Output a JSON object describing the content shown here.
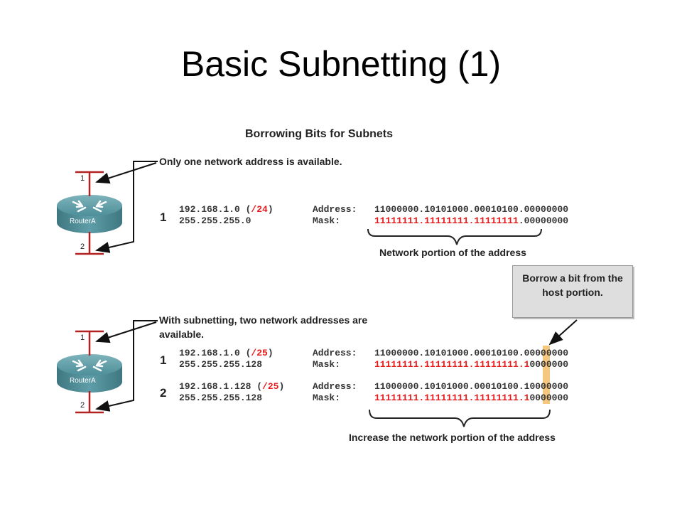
{
  "slide": {
    "title": "Basic Subnetting (1)"
  },
  "figure": {
    "title": "Borrowing Bits for Subnets",
    "top": {
      "note": "Only one network address is available.",
      "router_label": "RouterA",
      "port_top": "1",
      "port_bottom": "2",
      "row_number": "1",
      "ip_prefix": "192.168.1.0 (",
      "cidr": "/24",
      "ip_suffix": ")",
      "mask_dotted": "255.255.255.0",
      "address_label": "Address:",
      "mask_label": "Mask:",
      "address_bits": "11000000.10101000.00010100.00000000",
      "mask_network_bits": "11111111.11111111.11111111",
      "mask_host_bits": ".00000000",
      "brace_caption": "Network portion of the address"
    },
    "callout": {
      "text_line1": "Borrow a bit from the",
      "text_line2": "host portion."
    },
    "bottom": {
      "note_line1": "With subnetting, two network addresses are",
      "note_line2": "available.",
      "router_label": "RouterA",
      "port_top": "1",
      "port_bottom": "2",
      "rows": [
        {
          "row_number": "1",
          "ip_prefix": "192.168.1.0 (",
          "cidr": "/25",
          "ip_suffix": ")",
          "mask_dotted": "255.255.255.128",
          "address_label": "Address:",
          "mask_label": "Mask:",
          "address_net_bits": "11000000.10101000.00010100.",
          "address_host_bits": "00000000",
          "mask_network_bits": "11111111.11111111.11111111.1",
          "mask_host_bits": "0000000"
        },
        {
          "row_number": "2",
          "ip_prefix": "192.168.1.128 (",
          "cidr": "/25",
          "ip_suffix": ")",
          "mask_dotted": "255.255.255.128",
          "address_label": "Address:",
          "mask_label": "Mask:",
          "address_net_bits": "11000000.10101000.00010100.",
          "address_host_bits": "10000000",
          "mask_network_bits": "11111111.11111111.11111111.1",
          "mask_host_bits": "0000000"
        }
      ],
      "brace_caption": "Increase the network portion of the address"
    },
    "colors": {
      "mask_red": "#e8191b",
      "highlight": "#f6c77f",
      "router_teal": "#4d8f99",
      "port_line": "#b22222"
    }
  }
}
